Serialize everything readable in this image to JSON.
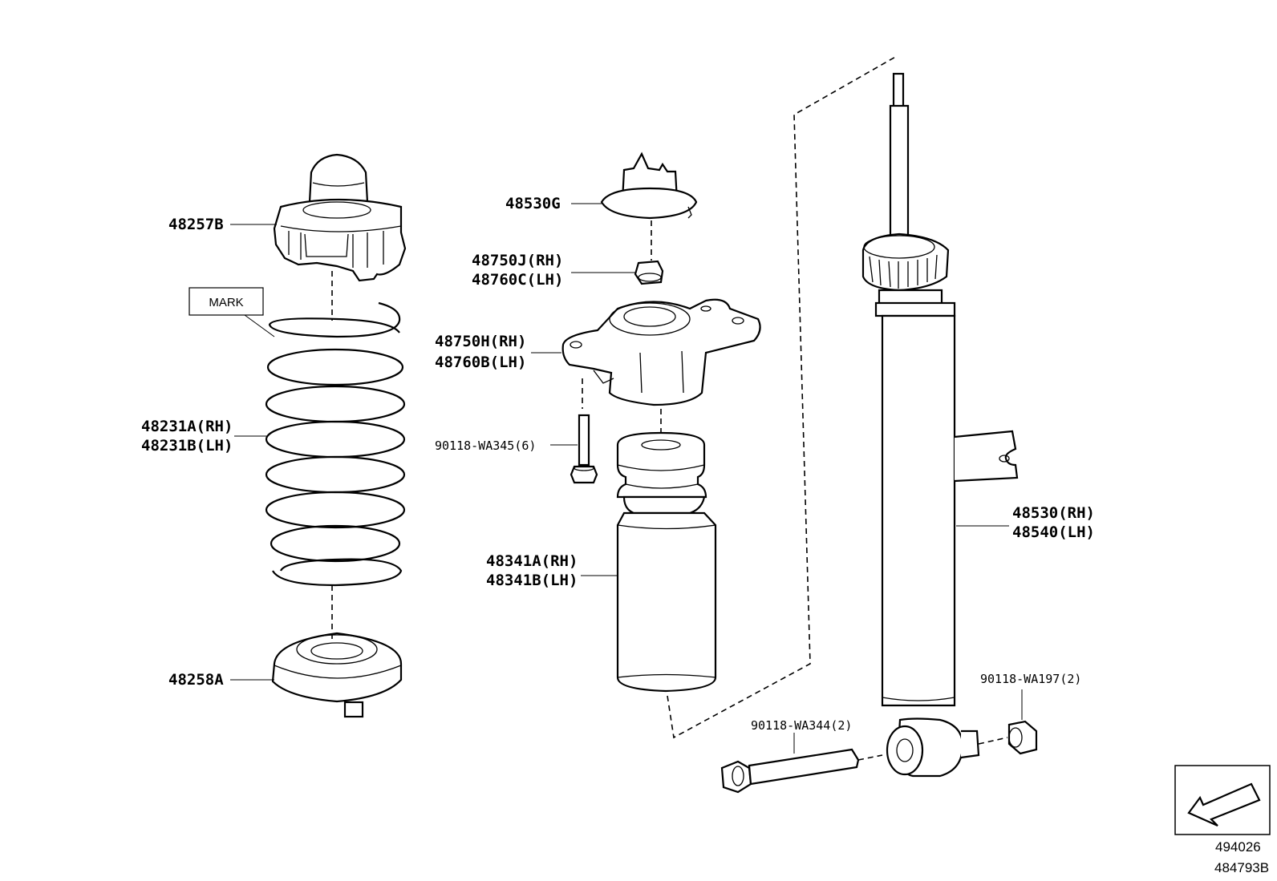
{
  "labels": {
    "support_48257B": "48257B",
    "mark": "MARK",
    "spring_rh": "48231A(RH)",
    "spring_lh": "48231B(LH)",
    "seat_48258A": "48258A",
    "cap_48530G": "48530G",
    "nut_rh": "48750J(RH)",
    "nut_lh": "48760C(LH)",
    "mount_rh": "48750H(RH)",
    "mount_lh": "48760B(LH)",
    "bolt_wa345": "90118-WA345(6)",
    "bumper_rh": "48341A(RH)",
    "bumper_lh": "48341B(LH)",
    "shock_rh": "48530(RH)",
    "shock_lh": "48540(LH)",
    "nut_wa197": "90118-WA197(2)",
    "bolt_wa344": "90118-WA344(2)",
    "ref_1": "494026",
    "ref_2": "484793B"
  },
  "icons": {
    "direction": "front-arrow-icon"
  }
}
